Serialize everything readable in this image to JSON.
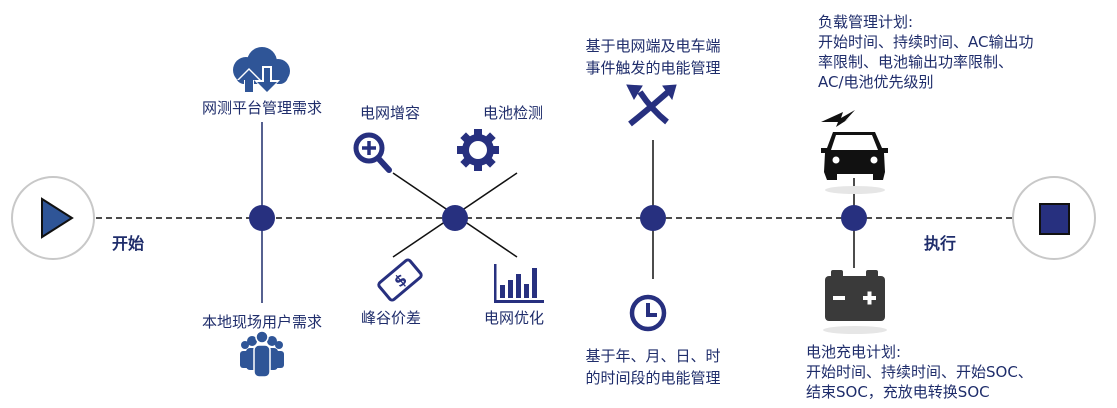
{
  "colors": {
    "navy": "#27307f",
    "icon_blue": "#2f5597",
    "dark": "#1f2d6b",
    "black": "#111111",
    "battery": "#3a3a3a"
  },
  "start": {
    "label": "开始",
    "icon": "play-icon"
  },
  "end": {
    "label": "执行",
    "icon": "stop-icon"
  },
  "node1": {
    "top_label": "网测平台管理需求",
    "top_icon": "cloud-sync-icon",
    "bottom_label": "本地现场用户需求",
    "bottom_icon": "people-icon"
  },
  "node2": {
    "top_left": "电网增容",
    "top_left_icon": "zoom-in-icon",
    "top_right": "电池检测",
    "top_right_icon": "gear-icon",
    "bottom_left": "峰谷价差",
    "bottom_left_icon": "money-icon",
    "bottom_right": "电网优化",
    "bottom_right_icon": "bar-chart-icon"
  },
  "node3": {
    "top_lines": [
      "基于电网端及电车端",
      "事件触发的电能管理"
    ],
    "top_icon": "shuffle-arrows-icon",
    "bottom_lines": [
      "基于年、月、日、时",
      "的时间段的电能管理"
    ],
    "bottom_icon": "clock-icon"
  },
  "node4": {
    "top_lines": [
      "负载管理计划:",
      "开始时间、持续时间、AC输出功",
      "率限制、电池输出功率限制、",
      "AC/电池优先级别"
    ],
    "top_icon": "ev-car-icon",
    "bottom_lines": [
      "电池充电计划:",
      "开始时间、持续时间、开始SOC、",
      "结束SOC，充放电转换SOC"
    ],
    "bottom_icon": "battery-icon"
  }
}
